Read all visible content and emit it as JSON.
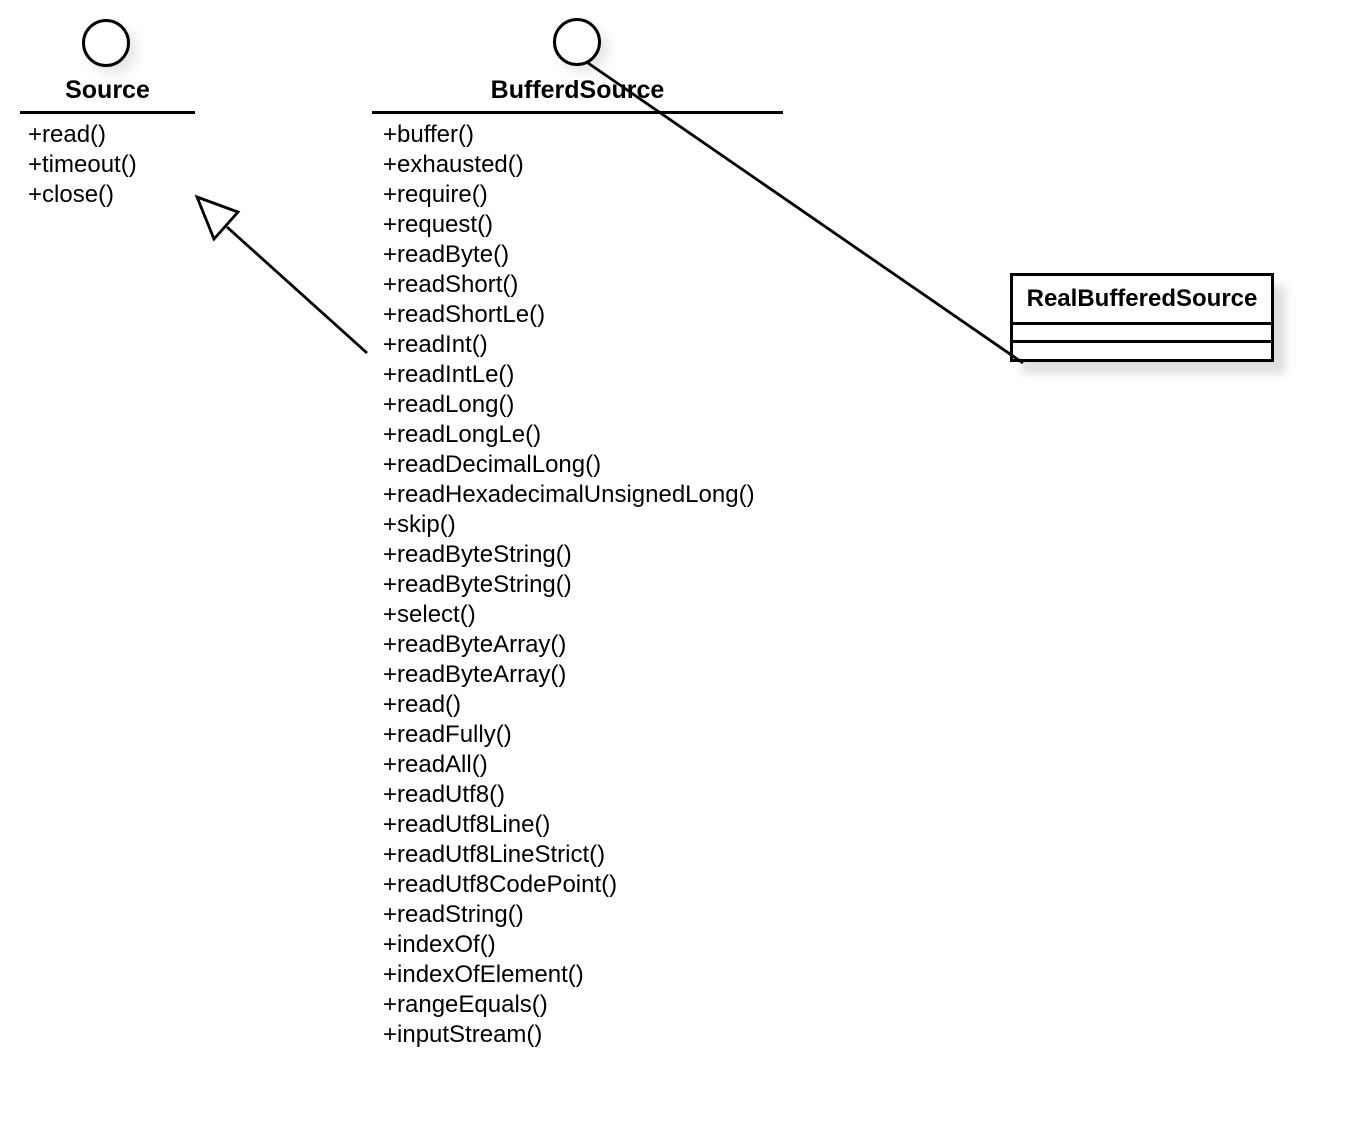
{
  "canvas": {
    "background": "#ffffff",
    "stroke_color": "#000000",
    "shadow_color": "#e8e8e8"
  },
  "interfaces": [
    {
      "name": "Source",
      "methods": [
        "+read()",
        "+timeout()",
        "+close()"
      ]
    },
    {
      "name": "BufferdSource",
      "methods": [
        "+buffer()",
        "+exhausted()",
        "+require()",
        "+request()",
        "+readByte()",
        "+readShort()",
        "+readShortLe()",
        "+readInt()",
        "+readIntLe()",
        "+readLong()",
        "+readLongLe()",
        "+readDecimalLong()",
        "+readHexadecimalUnsignedLong()",
        "+skip()",
        "+readByteString()",
        "+readByteString()",
        "+select()",
        "+readByteArray()",
        "+readByteArray()",
        "+read()",
        "+readFully()",
        "+readAll()",
        "+readUtf8()",
        "+readUtf8Line()",
        "+readUtf8LineStrict()",
        "+readUtf8CodePoint()",
        "+readString()",
        "+indexOf()",
        "+indexOfElement()",
        "+rangeEquals()",
        "+inputStream()"
      ]
    }
  ],
  "classes": [
    {
      "name": "RealBufferedSource",
      "attributes_text": "",
      "methods_text": ""
    }
  ],
  "relationships": [
    {
      "type": "generalization",
      "from": "BufferdSource",
      "to": "Source"
    },
    {
      "type": "interface-connection",
      "from": "RealBufferedSource",
      "to": "BufferdSource"
    }
  ]
}
